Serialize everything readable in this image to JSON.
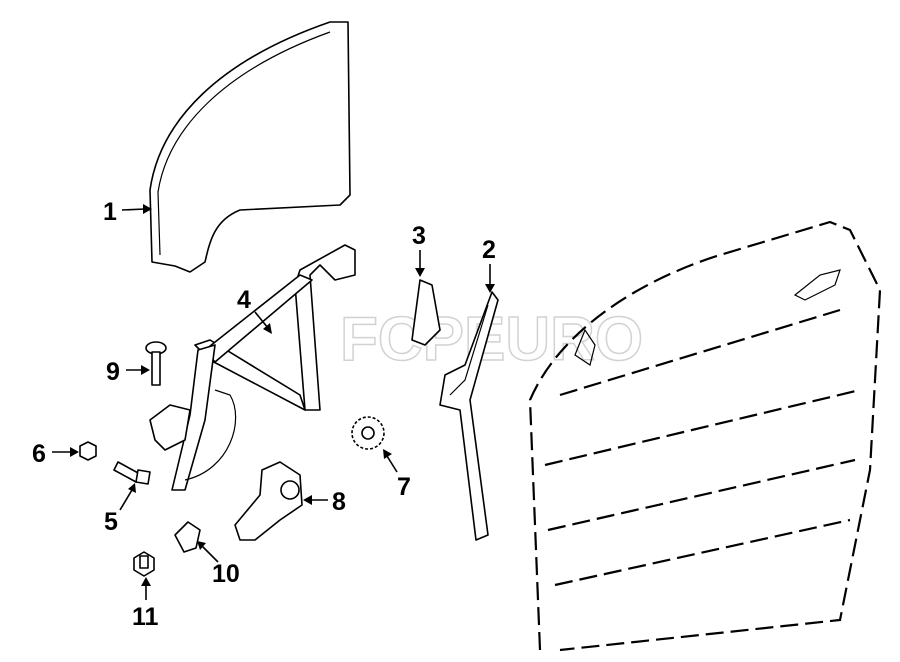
{
  "diagram": {
    "title": "Front Door Window Regulator & Glass",
    "watermark": "FCPEURO",
    "callouts": [
      {
        "number": "1",
        "part": "door-glass"
      },
      {
        "number": "2",
        "part": "glass-run-channel"
      },
      {
        "number": "3",
        "part": "corner-trim"
      },
      {
        "number": "4",
        "part": "window-regulator"
      },
      {
        "number": "5",
        "part": "bolt"
      },
      {
        "number": "6",
        "part": "nut"
      },
      {
        "number": "7",
        "part": "gear"
      },
      {
        "number": "8",
        "part": "window-motor"
      },
      {
        "number": "9",
        "part": "screw"
      },
      {
        "number": "10",
        "part": "connector"
      },
      {
        "number": "11",
        "part": "bolt"
      }
    ]
  }
}
